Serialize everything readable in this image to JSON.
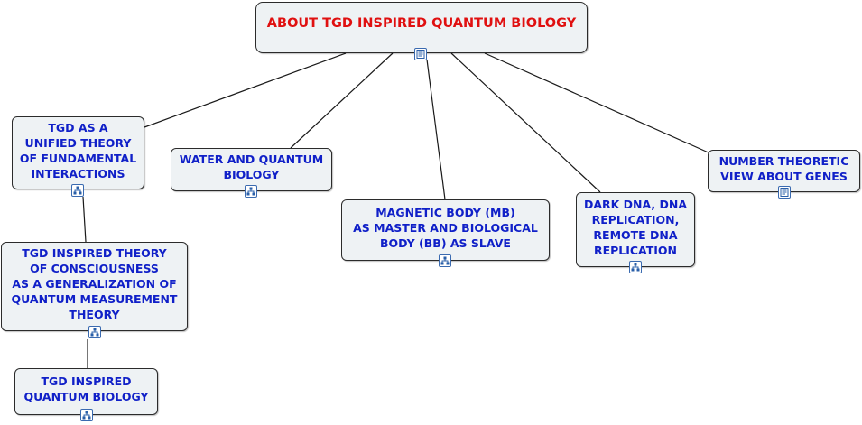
{
  "diagram": {
    "root": {
      "title": "ABOUT TGD INSPIRED QUANTUM  BIOLOGY",
      "icon": "note-icon"
    },
    "nodes": [
      {
        "id": "unified",
        "label": "TGD  AS A\nUNIFIED THEORY\nOF FUNDAMENTAL\nINTERACTIONS",
        "icon": "concept-map-icon"
      },
      {
        "id": "water",
        "label": "WATER AND QUANTUM\nBIOLOGY",
        "icon": "concept-map-icon"
      },
      {
        "id": "mb",
        "label": "MAGNETIC BODY  (MB)\nAS MASTER AND  BIOLOGICAL\nBODY (BB) AS SLAVE",
        "icon": "concept-map-icon"
      },
      {
        "id": "dna",
        "label": "DARK DNA, DNA\nREPLICATION,\nREMOTE  DNA\nREPLICATION",
        "icon": "concept-map-icon"
      },
      {
        "id": "genes",
        "label": "NUMBER THEORETIC\nVIEW ABOUT GENES",
        "icon": "note-icon"
      },
      {
        "id": "consciousness",
        "label": "TGD INSPIRED THEORY\nOF CONSCIOUSNESS\nAS A GENERALIZATION OF\nQUANTUM MEASUREMENT\nTHEORY",
        "icon": "concept-map-icon"
      },
      {
        "id": "qbio",
        "label": "TGD INSPIRED\nQUANTUM BIOLOGY",
        "icon": "concept-map-icon"
      }
    ],
    "colors": {
      "root_text": "#e01010",
      "node_text": "#1020c8",
      "node_fill": "#eef2f4",
      "line": "#1a1a1a"
    }
  }
}
